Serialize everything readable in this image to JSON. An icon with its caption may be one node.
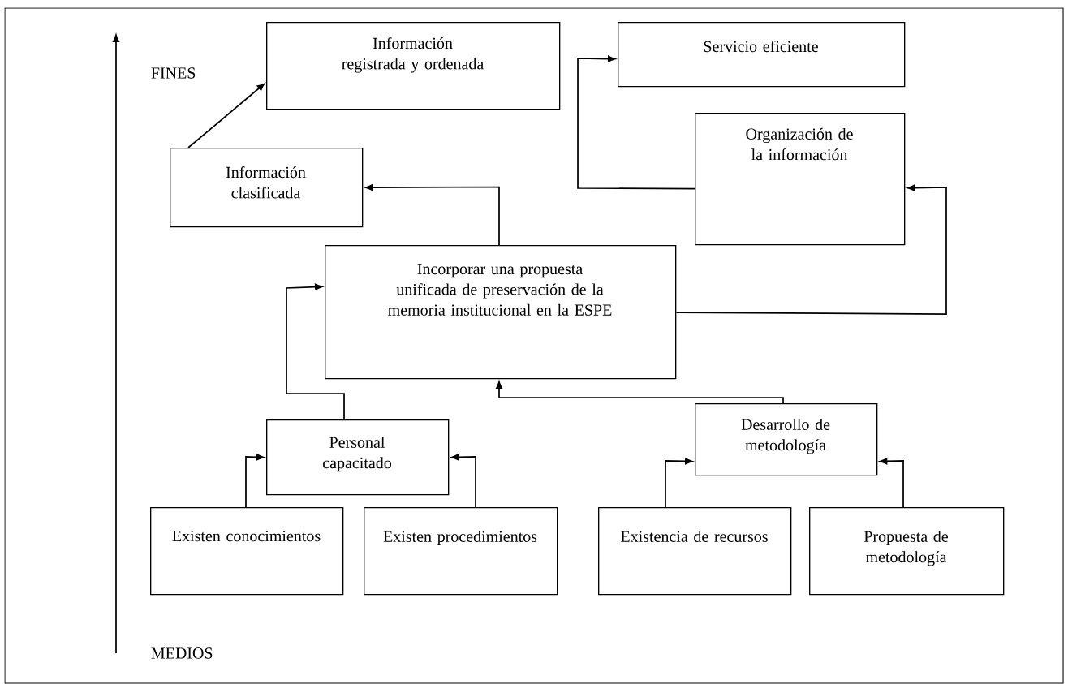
{
  "diagram": {
    "nodes": [
      {
        "text": [
          "Información registrada y ordenada"
        ]
      },
      {
        "text": [
          "Servicio eficiente"
        ]
      },
      {
        "text": [
          "Organización de la información"
        ]
      },
      {
        "text": [
          "Información clasificada"
        ]
      },
      {
        "text": [
          "Incorporar una propuesta unificada de preservación de la memoria institucional en la ESPE"
        ]
      },
      {
        "text": [
          "Personal capacitado"
        ]
      },
      {
        "text": [
          "Desarrollo de metodología"
        ]
      },
      {
        "text": [
          "Existen conocimientos"
        ]
      },
      {
        "text": [
          "Existen procedimientos"
        ]
      },
      {
        "text": [
          "Existencia de recursos"
        ]
      },
      {
        "text": [
          "Propuesta de metodología"
        ]
      }
    ],
    "edges": [
      {
        "from": 3,
        "to": 0,
        "arrow": "to"
      },
      {
        "from": 4,
        "to": 3,
        "arrow": "to"
      },
      {
        "from": 2,
        "to": 1,
        "arrow": "to"
      },
      {
        "from": 4,
        "to": 2,
        "arrow": "to"
      },
      {
        "from": 5,
        "to": 4,
        "arrow": "to"
      },
      {
        "from": 6,
        "to": 4,
        "arrow": "to"
      },
      {
        "from": 7,
        "to": 5,
        "arrow": "to"
      },
      {
        "from": 8,
        "to": 5,
        "arrow": "to"
      },
      {
        "from": 9,
        "to": 6,
        "arrow": "to"
      },
      {
        "from": 10,
        "to": 6,
        "arrow": "to"
      }
    ],
    "labels": [
      "FINES",
      "MEDIOS"
    ]
  }
}
